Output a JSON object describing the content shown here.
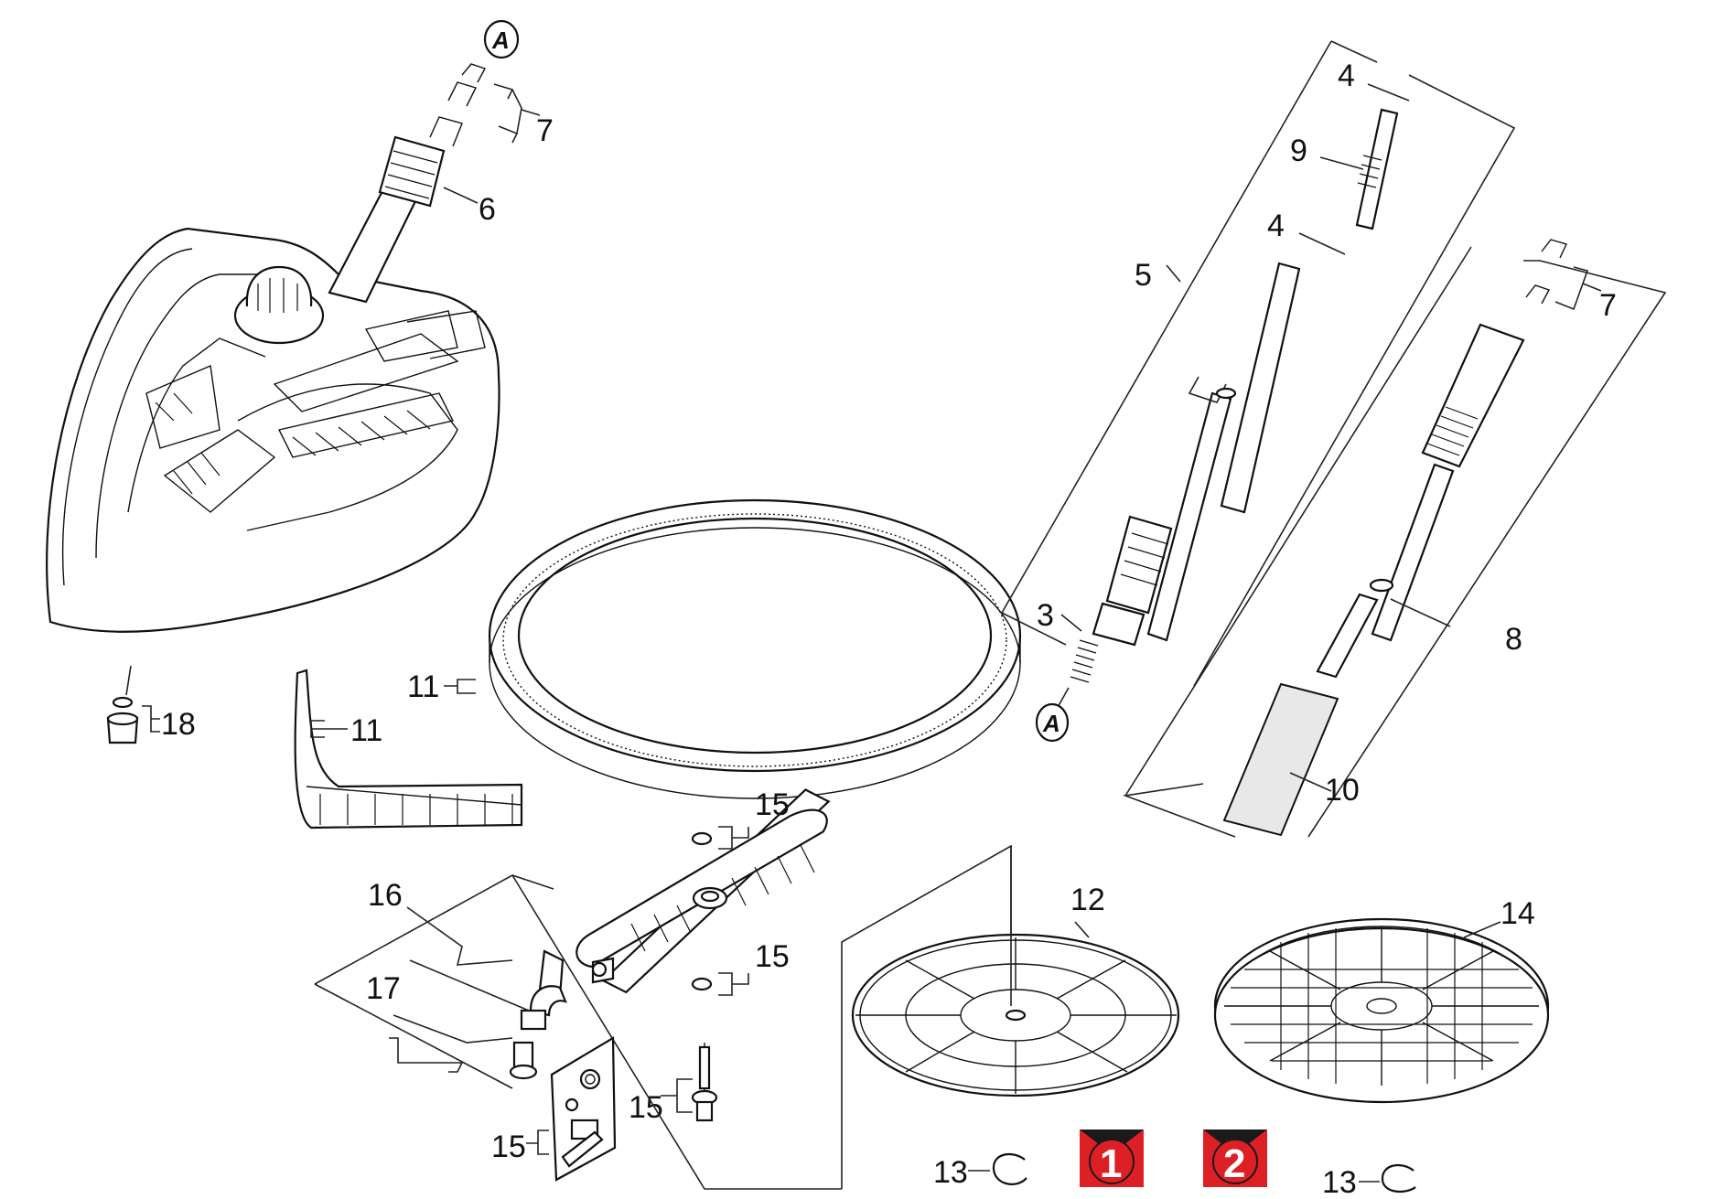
{
  "diagram": {
    "callouts": {
      "c_a_top": "A",
      "c_a_bottom": "A"
    },
    "labels": {
      "p7_left": "7",
      "p6": "6",
      "p18": "18",
      "p11_ring": "11",
      "p11_strip": "11",
      "p15_top": "15",
      "p15_mid": "15",
      "p15_bottom": "15",
      "p15_left": "15",
      "p16": "16",
      "p17": "17",
      "p13_left": "13",
      "p13_right": "13",
      "p12": "12",
      "p14": "14",
      "p4_top": "4",
      "p9": "9",
      "p4_mid": "4",
      "p5": "5",
      "p3": "3",
      "p7_right": "7",
      "p8": "8",
      "p10": "10"
    },
    "badges": {
      "b1": "1",
      "b2": "2"
    },
    "colors": {
      "badge_red": "#dd1f26",
      "badge_dark": "#1a1a1a",
      "label_fill": "#e8e8e8"
    }
  }
}
